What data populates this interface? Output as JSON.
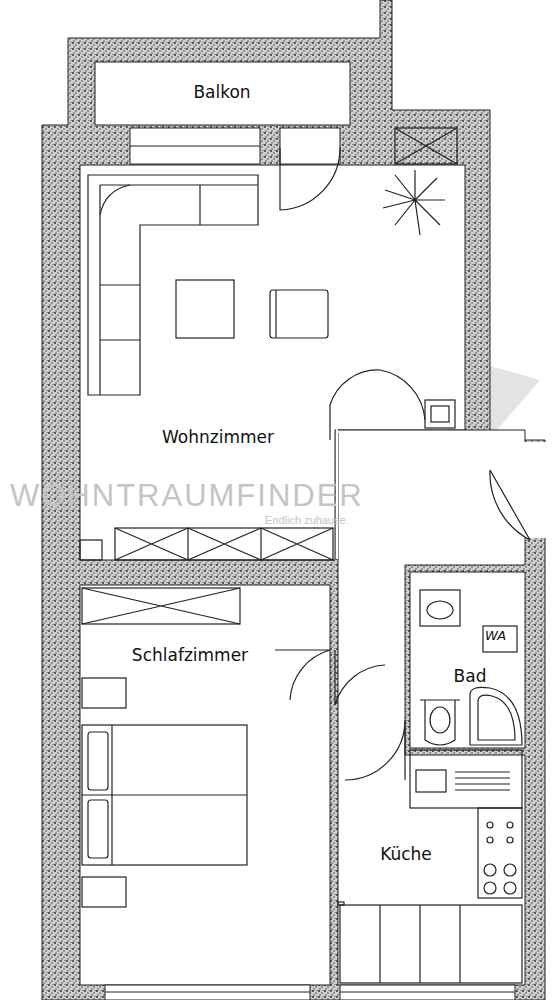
{
  "diagram": {
    "nodes": [
      {
        "text": [
          "Balkon"
        ]
      },
      {
        "text": [
          "Wohnzimmer"
        ]
      },
      {
        "text": [
          "Schlafzimmer"
        ]
      },
      {
        "text": [
          "Bad"
        ]
      },
      {
        "text": [
          "Küche"
        ]
      }
    ],
    "labels": [
      "WA",
      "WOHNTRAUMFINDER",
      "Endlich zuhause."
    ]
  }
}
